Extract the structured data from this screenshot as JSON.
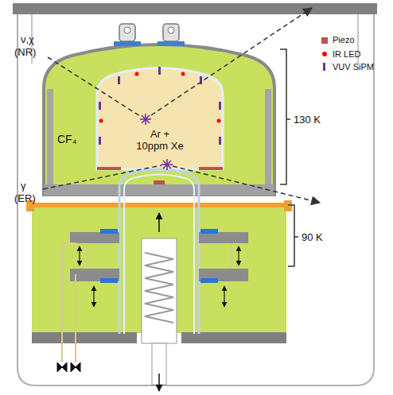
{
  "diagram": {
    "nodes": [
      {
        "text": [
          "CF₄"
        ]
      },
      {
        "text": [
          "Ar + 10ppm Xe"
        ],
        "in": 0
      }
    ],
    "labels": [
      "ν,χ",
      "(NR)",
      "γ",
      "(ER)",
      "130 K",
      "90 K"
    ],
    "legend": [
      {
        "text": "Piezo",
        "color": "#c0504d"
      },
      {
        "text": "IR LED",
        "color": "#ff0000"
      },
      {
        "text": "VUV SiPM",
        "color": "#7030a0"
      }
    ]
  }
}
